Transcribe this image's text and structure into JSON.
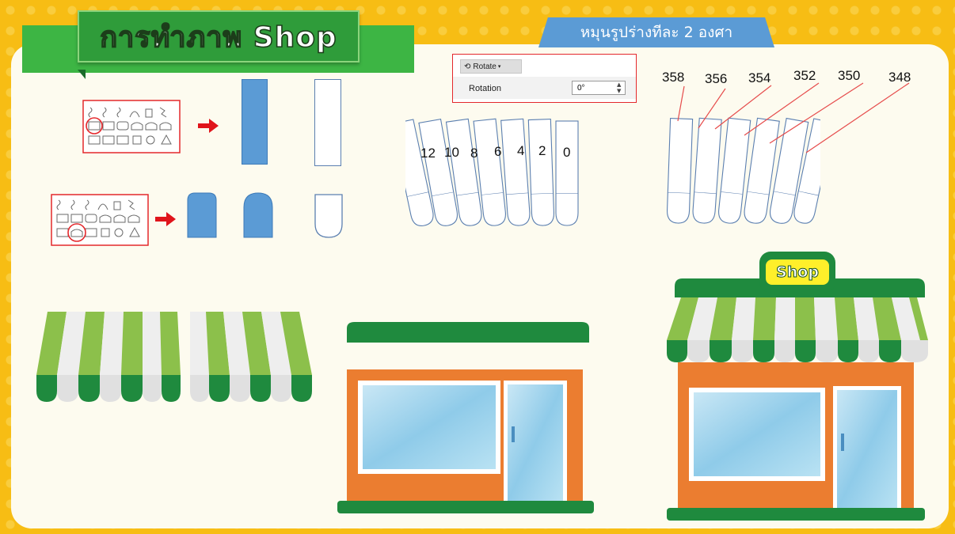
{
  "title": "การทำภาพ Shop",
  "tab_label": "หมุนรูปร่างทีละ 2 องศา",
  "rotate_panel": {
    "rotate_button": "Rotate",
    "rotation_label": "Rotation",
    "rotation_value": "0°"
  },
  "angles_left": [
    "12",
    "10",
    "8",
    "6",
    "4",
    "2",
    "0"
  ],
  "angles_right": [
    "358",
    "356",
    "354",
    "352",
    "350",
    "348"
  ],
  "shop_sign": "Shop",
  "colors": {
    "background": "#f7bd14",
    "panel": "#fdfbef",
    "title_green": "#2f9c3a",
    "tab_blue": "#5b9bd5",
    "shape_blue": "#5b9bd5",
    "awning_green": "#8cc04b",
    "awning_dark": "#1f8a3e",
    "wall_orange": "#eb7d30",
    "highlight_red": "#e4282c",
    "sign_yellow": "#ffef2a"
  },
  "icons": [
    "arrow-right-icon",
    "shapes-gallery-icon",
    "rotate-icon"
  ]
}
